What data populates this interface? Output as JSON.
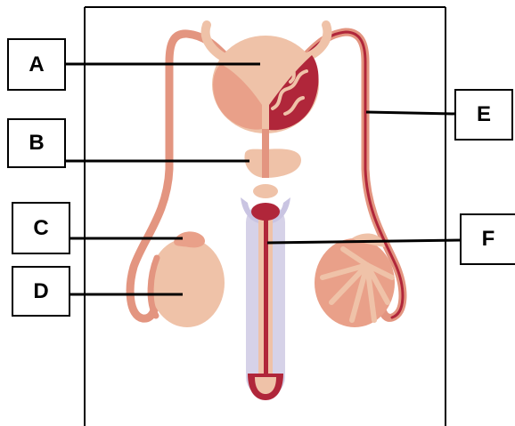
{
  "labels": [
    {
      "id": "A",
      "text": "A"
    },
    {
      "id": "B",
      "text": "B"
    },
    {
      "id": "C",
      "text": "C"
    },
    {
      "id": "D",
      "text": "D"
    },
    {
      "id": "E",
      "text": "E"
    },
    {
      "id": "F",
      "text": "F"
    }
  ],
  "colors": {
    "tissue_light": "#efc2a8",
    "tissue_mid": "#e9a089",
    "tissue_dark": "#e39580",
    "duct_red": "#b0263a",
    "shaft_lavender": "#d6d2e8",
    "line": "#000000",
    "background": "#ffffff"
  }
}
